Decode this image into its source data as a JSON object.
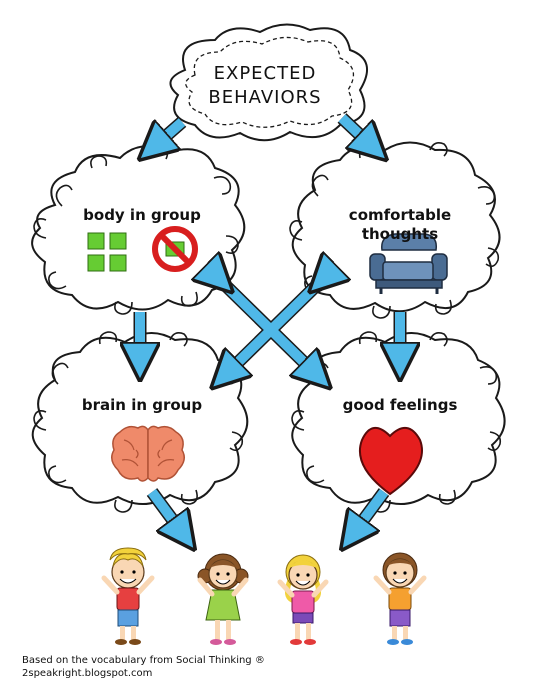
{
  "title": {
    "line1": "EXPECTED",
    "line2": "BEHAVIORS"
  },
  "nodes": {
    "body_in_group": "body in group",
    "comfortable_thoughts": {
      "line1": "comfortable",
      "line2": "thoughts"
    },
    "brain_in_group": "brain in group",
    "good_feelings": "good feelings"
  },
  "icons": {
    "body": [
      "green-grid-icon",
      "no-symbol-icon"
    ],
    "thoughts": "armchair-icon",
    "brain": "brain-icon",
    "feelings": "heart-icon",
    "children": [
      "boy-blue-shirt-red",
      "girl-green-dress",
      "girl-pink-shirt",
      "boy-orange-shirt"
    ]
  },
  "colors": {
    "arrow": "#4fb8e8",
    "green_squares": "#66cc33",
    "no_symbol": "#d81e1e",
    "armchair": "#5b7fa8",
    "brain": "#ef8a6a",
    "heart": "#e51e1e"
  },
  "credit": {
    "line1": "Based on the vocabulary from Social Thinking ®",
    "line2": "2speakright.blogspot.com"
  }
}
